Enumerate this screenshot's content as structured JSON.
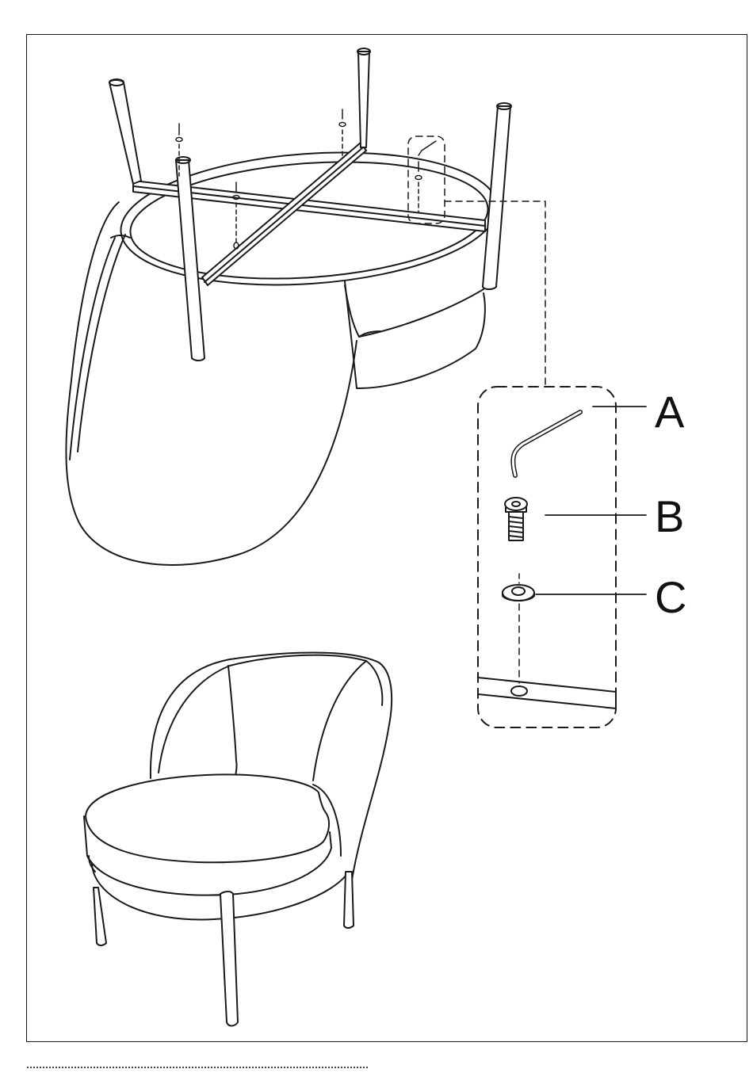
{
  "diagram": {
    "type": "assembly-instruction",
    "parts": [
      {
        "id": "A",
        "label": "A",
        "name": "allen-key"
      },
      {
        "id": "B",
        "label": "B",
        "name": "bolt"
      },
      {
        "id": "C",
        "label": "C",
        "name": "washer"
      }
    ],
    "stroke_color": "#1a1a1a",
    "background_color": "#ffffff"
  }
}
